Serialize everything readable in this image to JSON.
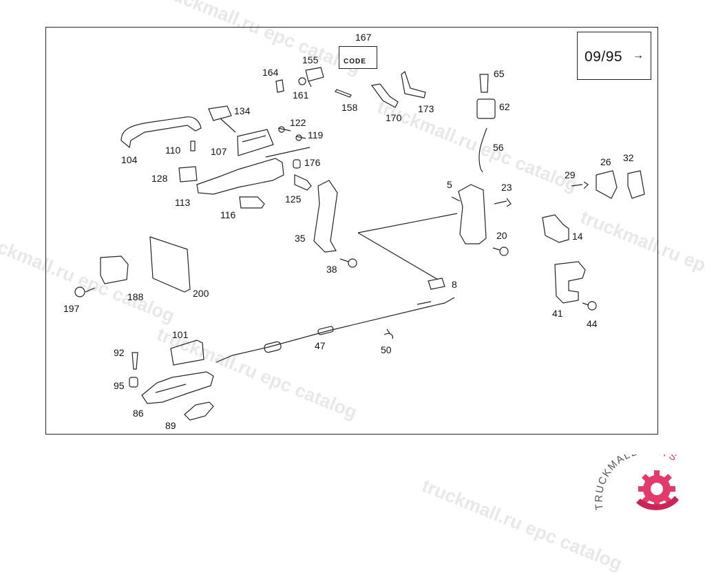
{
  "diagram": {
    "date_code": "09/95",
    "date_arrow": "→",
    "code_label": "CODE",
    "part_labels": [
      "167",
      "155",
      "164",
      "161",
      "158",
      "170",
      "173",
      "65",
      "62",
      "134",
      "122",
      "119",
      "56",
      "110",
      "107",
      "104",
      "176",
      "128",
      "5",
      "23",
      "29",
      "26",
      "32",
      "113",
      "125",
      "116",
      "35",
      "20",
      "14",
      "200",
      "188",
      "197",
      "38",
      "8",
      "41",
      "44",
      "101",
      "47",
      "50",
      "92",
      "95",
      "86",
      "89"
    ],
    "watermark_text": [
      "truckmall.ru epc catalog",
      "truckmall.ru epc catalog",
      "truckmall.ru epc catalog",
      "truckmall.ru epc catalog",
      "truckmall.ru epc catalog",
      "truckmall.ru epc catalog"
    ]
  },
  "brand": {
    "logo_left": "TRUCKMALL",
    "logo_right": "PARTS",
    "accent_color": "#e33a6a"
  }
}
